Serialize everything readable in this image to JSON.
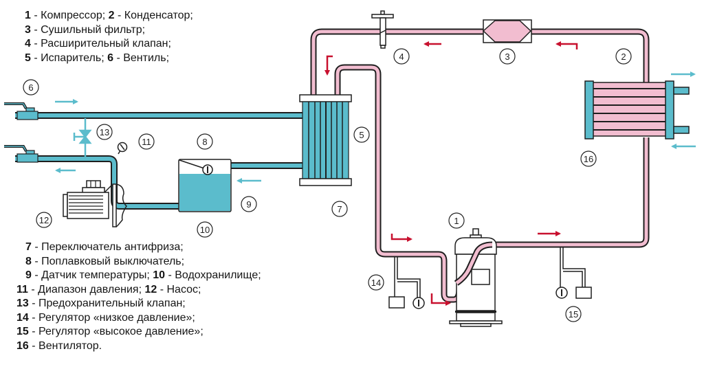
{
  "diagram": {
    "title": "Chiller system schematic",
    "colors": {
      "refrigerant": "#f2bdd0",
      "water": "#5bbccc",
      "outline": "#1e1e1e",
      "flow_arrow_refrigerant": "#c8102e",
      "flow_arrow_water": "#5bbccc"
    }
  },
  "legend_top": [
    {
      "parts": [
        {
          "num": "1",
          "text": " - Компрессор; "
        },
        {
          "num": "2",
          "text": " - Конденсатор;"
        }
      ]
    },
    {
      "parts": [
        {
          "num": "3",
          "text": " - Сушильный фильтр;"
        }
      ]
    },
    {
      "parts": [
        {
          "num": "4",
          "text": " - Расширительный клапан;"
        }
      ]
    },
    {
      "parts": [
        {
          "num": "5",
          "text": " - Испаритель; "
        },
        {
          "num": "6",
          "text": " - Вентиль;"
        }
      ]
    }
  ],
  "legend_bottom": [
    {
      "parts": [
        {
          "num": "7",
          "text": " - Переключатель антифриза;"
        }
      ]
    },
    {
      "parts": [
        {
          "num": "8",
          "text": " - Поплавковый выключатель;"
        }
      ]
    },
    {
      "parts": [
        {
          "num": "9",
          "text": " - Датчик температуры; "
        },
        {
          "num": "10",
          "text": " - Водохранилище;"
        }
      ]
    },
    {
      "parts": [
        {
          "num": "11",
          "text": " - Диапазон давления; "
        },
        {
          "num": "12",
          "text": " - Насос;"
        }
      ]
    },
    {
      "parts": [
        {
          "num": "13",
          "text": " - Предохранительный клапан;"
        }
      ]
    },
    {
      "parts": [
        {
          "num": "14",
          "text": " - Регулятор «низкое давление»;"
        }
      ]
    },
    {
      "parts": [
        {
          "num": "15",
          "text": " - Регулятор «высокое давление»;"
        }
      ]
    },
    {
      "parts": [
        {
          "num": "16",
          "text": " - Вентилятор."
        }
      ]
    }
  ],
  "callouts": {
    "c1": "1",
    "c2": "2",
    "c3": "3",
    "c4": "4",
    "c5": "5",
    "c6": "6",
    "c7": "7",
    "c8": "8",
    "c9": "9",
    "c10": "10",
    "c11": "11",
    "c12": "12",
    "c13": "13",
    "c14": "14",
    "c15": "15",
    "c16": "16"
  }
}
